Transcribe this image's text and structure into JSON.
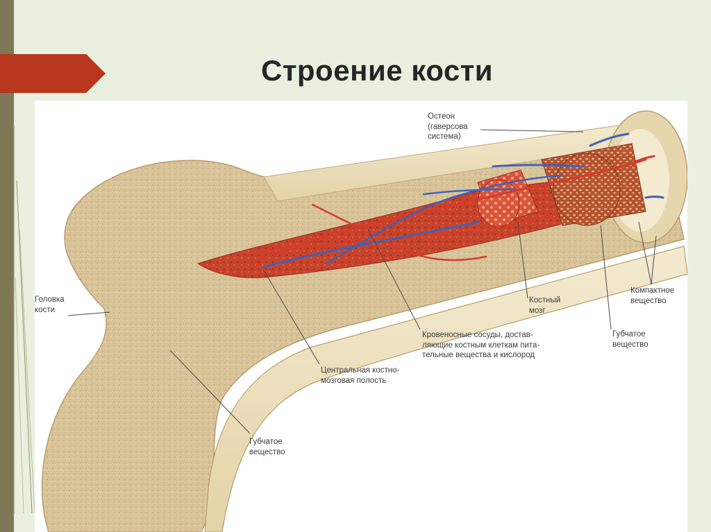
{
  "slide": {
    "title": "Строение кости"
  },
  "diagram": {
    "labels": {
      "osteon": "Остеон\n(гаверсова\nсистема)",
      "compact_substance": "Компактное\nвещество",
      "bone_marrow": "Костный\nмозг",
      "spongy_substance_shaft": "Губчатое\nвещество",
      "blood_vessels": "Кровеносные сосуды, достав-\nляющие костным клеткам пита-\nтельные вещества и кислород",
      "medullary_cavity": "Центральная костно-\nмозговая полость",
      "bone_head": "Головка\nкости",
      "spongy_substance_head": "Губчатое\nвещество"
    }
  },
  "colors": {
    "background": "#e9f0df",
    "accent_ribbon": "#b8361e",
    "stripe": "#7f7856",
    "bone": "#dcc59d",
    "cortex": "#efe3c0",
    "marrow": "#c9412b",
    "artery": "#d83a2a",
    "vein": "#3f63b8"
  }
}
